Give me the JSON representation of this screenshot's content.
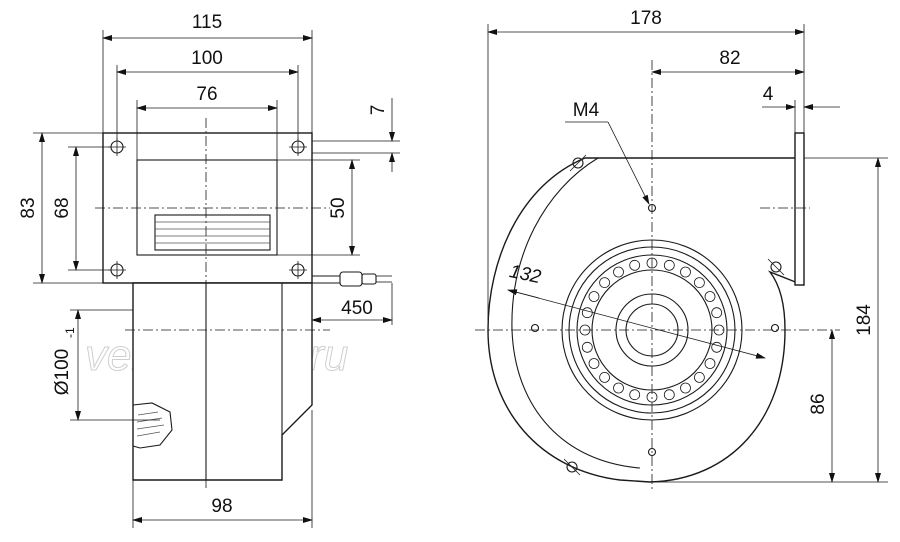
{
  "watermark": "ventilatorry.ru",
  "side_view": {
    "dim_115": "115",
    "dim_100": "100",
    "dim_76": "76",
    "dim_7": "7",
    "dim_83": "83",
    "dim_68": "68",
    "dim_50": "50",
    "dim_450": "450",
    "dim_diameter": "Ø100",
    "dim_diameter_tolerance": "-1",
    "dim_98": "98"
  },
  "front_view": {
    "dim_178": "178",
    "dim_82": "82",
    "dim_4": "4",
    "label_m4": "M4",
    "dim_132": "132",
    "dim_184": "184",
    "dim_86": "86"
  }
}
